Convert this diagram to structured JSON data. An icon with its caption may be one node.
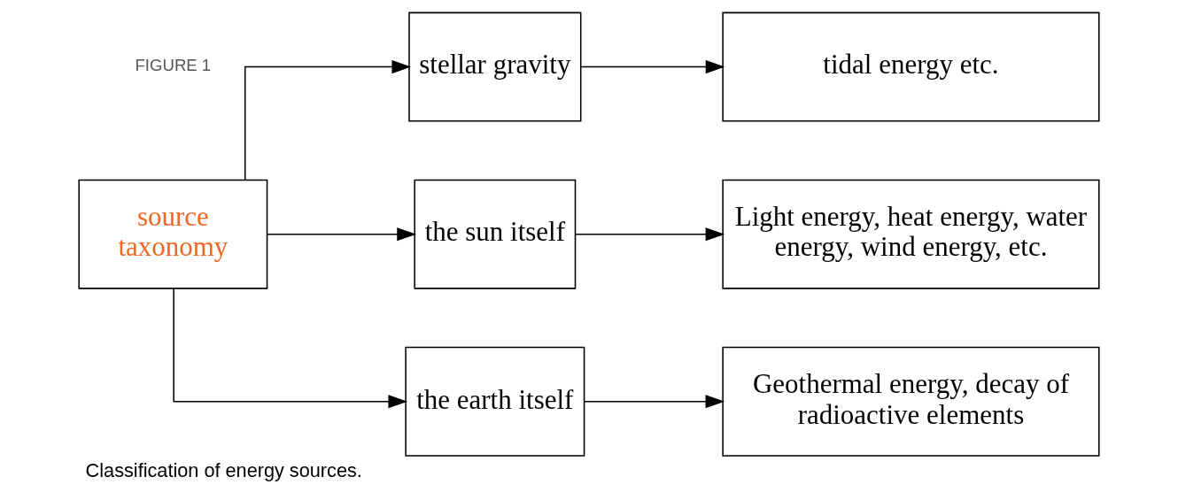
{
  "diagram": {
    "caption": "Classification of energy sources.",
    "nodes": [
      {
        "text": [
          "source taxonomy"
        ]
      },
      {
        "text": [
          "stellar gravity"
        ]
      },
      {
        "text": [
          "the sun itself"
        ]
      },
      {
        "text": [
          "the earth itself"
        ]
      },
      {
        "text": [
          "tidal energy etc."
        ]
      },
      {
        "text": [
          "Light energy, heat energy, water energy, wind energy, etc."
        ]
      },
      {
        "text": [
          "Geothermal energy, decay of radioactive elements"
        ]
      }
    ],
    "edges": [
      {
        "from": 0,
        "to": 1,
        "arrow": "to"
      },
      {
        "from": 0,
        "to": 2,
        "arrow": "to"
      },
      {
        "from": 0,
        "to": 3,
        "arrow": "to"
      },
      {
        "from": 1,
        "to": 4,
        "arrow": "to"
      },
      {
        "from": 2,
        "to": 5,
        "arrow": "to"
      },
      {
        "from": 3,
        "to": 6,
        "arrow": "to"
      }
    ],
    "labels": [
      "FIGURE 1"
    ]
  }
}
